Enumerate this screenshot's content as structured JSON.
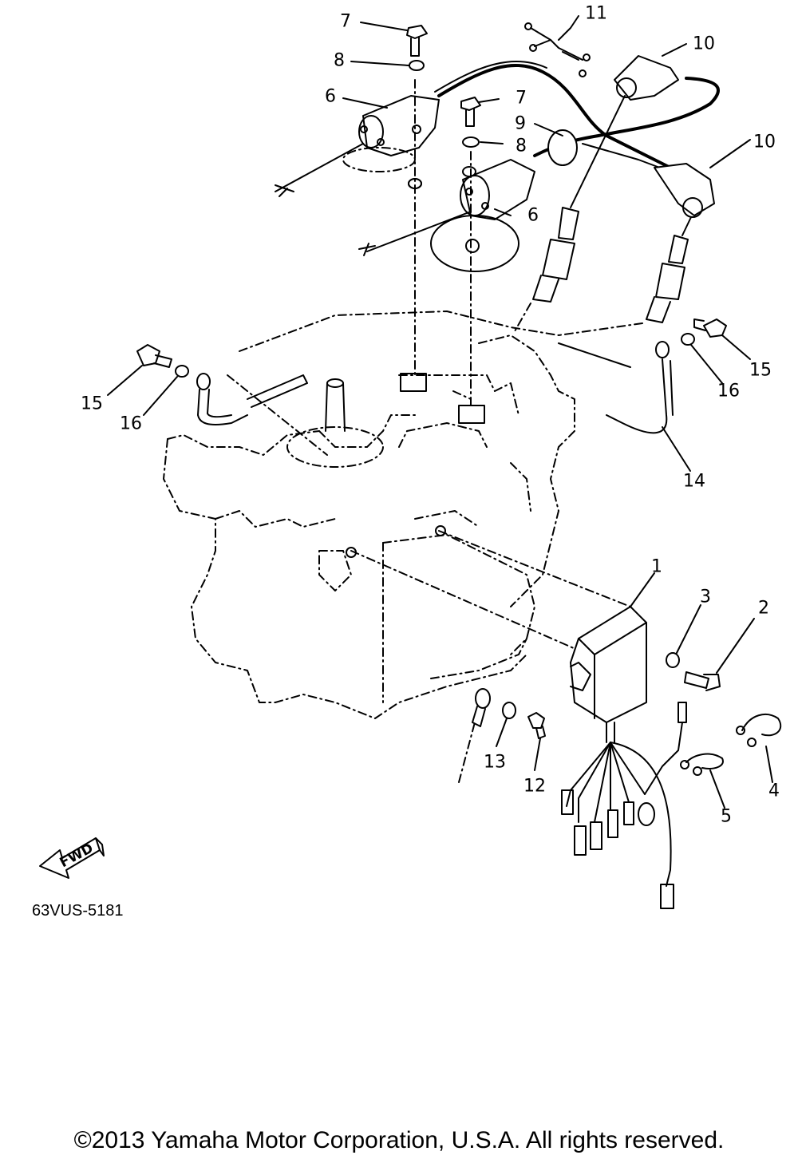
{
  "diagram": {
    "callouts": [
      {
        "key": "c7a",
        "text": "7"
      },
      {
        "key": "c8a",
        "text": "8"
      },
      {
        "key": "c6a",
        "text": "6"
      },
      {
        "key": "c11",
        "text": "11"
      },
      {
        "key": "c10a",
        "text": "10"
      },
      {
        "key": "c7b",
        "text": "7"
      },
      {
        "key": "c9",
        "text": "9"
      },
      {
        "key": "c8b",
        "text": "8"
      },
      {
        "key": "c10b",
        "text": "10"
      },
      {
        "key": "c6b",
        "text": "6"
      },
      {
        "key": "c15a",
        "text": "15"
      },
      {
        "key": "c16a",
        "text": "16"
      },
      {
        "key": "c15b",
        "text": "15"
      },
      {
        "key": "c16b",
        "text": "16"
      },
      {
        "key": "c14",
        "text": "14"
      },
      {
        "key": "c1",
        "text": "1"
      },
      {
        "key": "c3",
        "text": "3"
      },
      {
        "key": "c2",
        "text": "2"
      },
      {
        "key": "c13",
        "text": "13"
      },
      {
        "key": "c12",
        "text": "12"
      },
      {
        "key": "c4",
        "text": "4"
      },
      {
        "key": "c5",
        "text": "5"
      }
    ],
    "fwd_label": "FWD",
    "diagram_code": "63VUS-5181"
  },
  "footer": {
    "copyright": "©2013 Yamaha Motor Corporation, U.S.A. All rights reserved."
  }
}
